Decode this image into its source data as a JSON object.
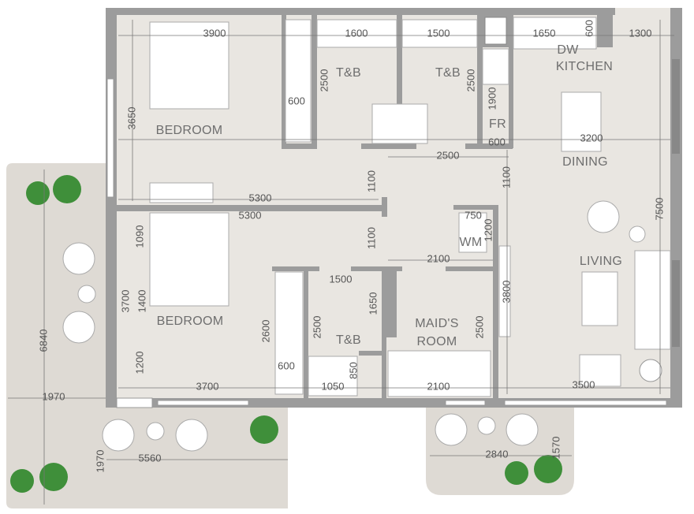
{
  "plan": {
    "rooms": [
      "BEDROOM",
      "BEDROOM",
      "T&B",
      "T&B",
      "T&B",
      "KITCHEN",
      "DINING",
      "LIVING",
      "MAID'S",
      "ROOM",
      "WM",
      "FR",
      "DW"
    ],
    "dimensions": [
      "3900",
      "1600",
      "1500",
      "1650",
      "600",
      "1300",
      "2500",
      "2500",
      "600",
      "1900",
      "600",
      "3200",
      "3650",
      "2500",
      "1100",
      "1100",
      "7500",
      "5300",
      "5300",
      "750",
      "1200",
      "1100",
      "2100",
      "1090",
      "1500",
      "3700",
      "1400",
      "1650",
      "3800",
      "2600",
      "2500",
      "2500",
      "6840",
      "1200",
      "600",
      "850",
      "3700",
      "1050",
      "2100",
      "3500",
      "1970",
      "5560",
      "1970",
      "2840",
      "1570"
    ]
  },
  "colors": {
    "floor": "#e9e6e1",
    "wall": "#9c9c9c",
    "balcony": "#dedad4",
    "plant": "#3f8f3a"
  }
}
